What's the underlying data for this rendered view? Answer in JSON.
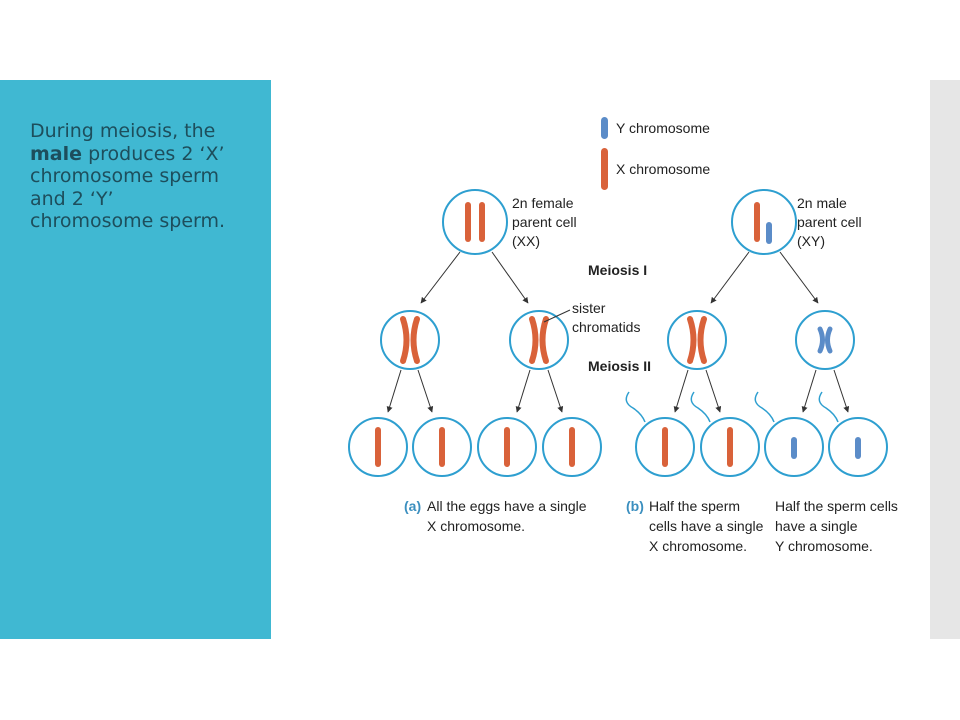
{
  "slide": {
    "text_parts": [
      "During meiosis, the ",
      "male",
      " produces 2 ‘X’ chromosome sperm and 2 ‘Y’ chromosome sperm."
    ]
  },
  "legend": {
    "y_label": "Y chromosome",
    "x_label": "X chromosome"
  },
  "colors": {
    "x_chromosome": "#d9623a",
    "y_chromosome": "#5b8cc8",
    "cell_outline": "#2e9fd0",
    "cell_fill": "#ffffff"
  },
  "female_parent": {
    "label": [
      "2n female",
      "parent cell",
      "(XX)"
    ]
  },
  "male_parent": {
    "label": [
      "2n male",
      "parent cell",
      "(XY)"
    ]
  },
  "stages": {
    "meiosis1": "Meiosis I",
    "meiosis2": "Meiosis II"
  },
  "sister_chromatids": [
    "sister",
    "chromatids"
  ],
  "captions": {
    "a": {
      "tag": "(a)",
      "lines": [
        "All the eggs have a single",
        "X chromosome."
      ]
    },
    "b": {
      "tag": "(b)",
      "lines": [
        "Half the sperm",
        "cells have a single",
        "X chromosome."
      ]
    },
    "c": {
      "lines": [
        "Half the sperm cells",
        "have a single",
        "Y chromosome."
      ]
    }
  }
}
